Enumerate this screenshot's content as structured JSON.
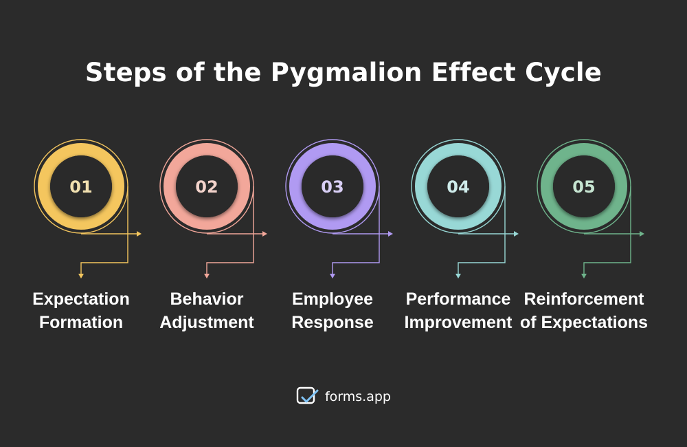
{
  "title": "Steps of the Pygmalion Effect Cycle",
  "steps": [
    {
      "number": "01",
      "label_line1": "Expectation",
      "label_line2": "Formation",
      "color": "#f4c65e",
      "text_color": "#f1e0b0"
    },
    {
      "number": "02",
      "label_line1": "Behavior",
      "label_line2": "Adjustment",
      "color": "#f2a79a",
      "text_color": "#f3d3cb"
    },
    {
      "number": "03",
      "label_line1": "Employee",
      "label_line2": "Response",
      "color": "#b09af2",
      "text_color": "#d9cff6"
    },
    {
      "number": "04",
      "label_line1": "Performance",
      "label_line2": "Improvement",
      "color": "#98d8d6",
      "text_color": "#cfeceb"
    },
    {
      "number": "05",
      "label_line1": "Reinforcement",
      "label_line2": "of Expectations",
      "color": "#6fb48c",
      "text_color": "#c6e4d1"
    }
  ],
  "footer": {
    "brand_name": "forms.app",
    "logo_icon": "forms-app-logo-icon"
  }
}
